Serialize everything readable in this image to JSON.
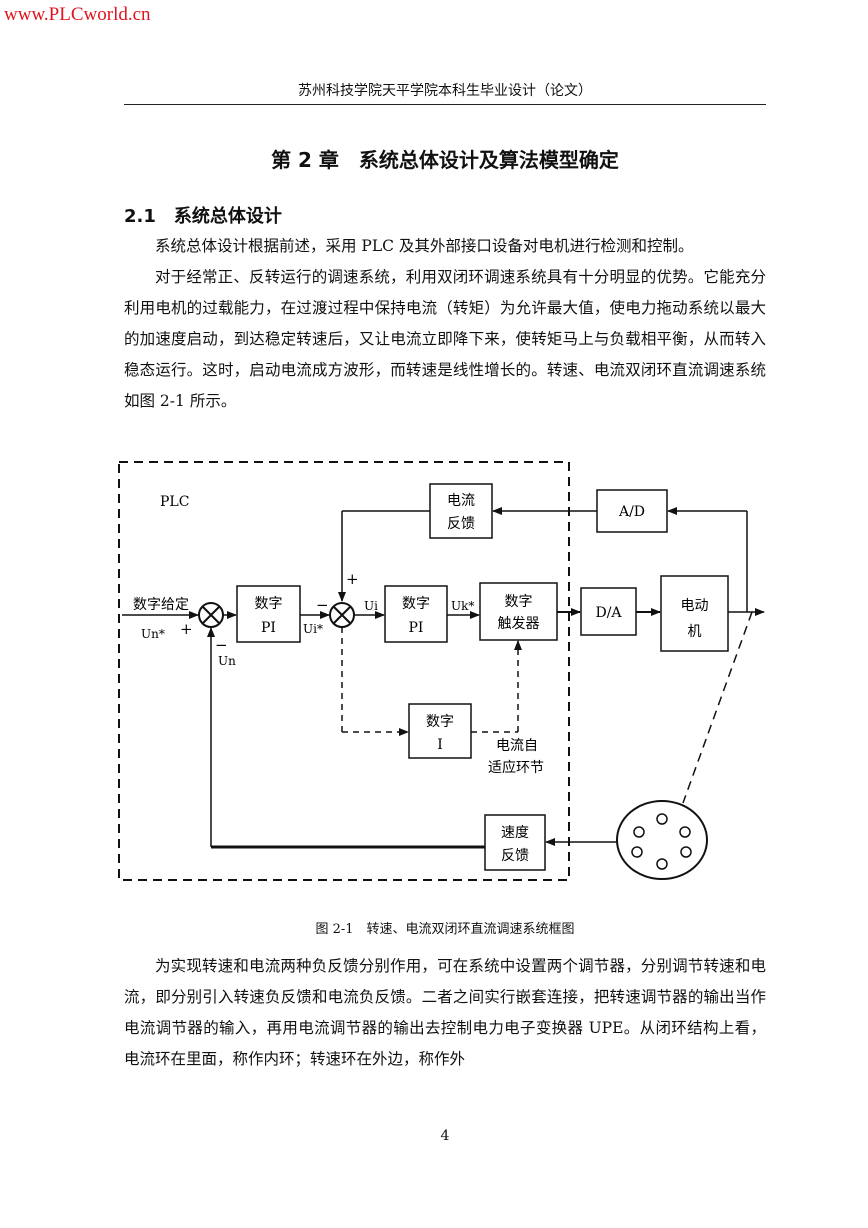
{
  "watermark": "www.PLCworld.cn",
  "running_head": "苏州科技学院天平学院本科生毕业设计（论文）",
  "chapter_title": "第 2 章　系统总体设计及算法模型确定",
  "section_title": "2.1　系统总体设计",
  "paragraphs": {
    "p1": "系统总体设计根据前述，采用 PLC 及其外部接口设备对电机进行检测和控制。",
    "p2": "对于经常正、反转运行的调速系统，利用双闭环调速系统具有十分明显的优势。它能充分利用电机的过载能力，在过渡过程中保持电流（转矩）为允许最大值，使电力拖动系统以最大的加速度启动，到达稳定转速后，又让电流立即降下来，使转矩马上与负载相平衡，从而转入稳态运行。这时，启动电流成方波形，而转速是线性增长的。转速、电流双闭环直流调速系统如图 2-1 所示。",
    "p3": "为实现转速和电流两种负反馈分别作用，可在系统中设置两个调节器，分别调节转速和电流，即分别引入转速负反馈和电流负反馈。二者之间实行嵌套连接，把转速调节器的输出当作电流调节器的输入，再用电流调节器的输出去控制电力电子变换器 UPE。从闭环结构上看，电流环在里面，称作内环；转速环在外边，称作外"
  },
  "figure": {
    "plc_label": "PLC",
    "input_label": "数字给定",
    "un_star": "Un*",
    "un": "Un",
    "ui_star": "Ui*",
    "ui": "Ui",
    "uk_star": "Uk*",
    "plus": "+",
    "minus": "−",
    "pi_top": "数字",
    "pi_bottom": "PI",
    "trigger_top": "数字",
    "trigger_bottom": "触发器",
    "current_fb_top": "电流",
    "current_fb_bottom": "反馈",
    "ad": "A/D",
    "da": "D/A",
    "motor_top": "电动",
    "motor_bottom": "机",
    "integ_top": "数字",
    "integ_bottom": "I",
    "adaptive_top": "电流自",
    "adaptive_bottom": "适应环节",
    "speed_fb_top": "速度",
    "speed_fb_bottom": "反馈"
  },
  "caption": "图 2-1　转速、电流双闭环直流调速系统框图",
  "page_number": "4"
}
